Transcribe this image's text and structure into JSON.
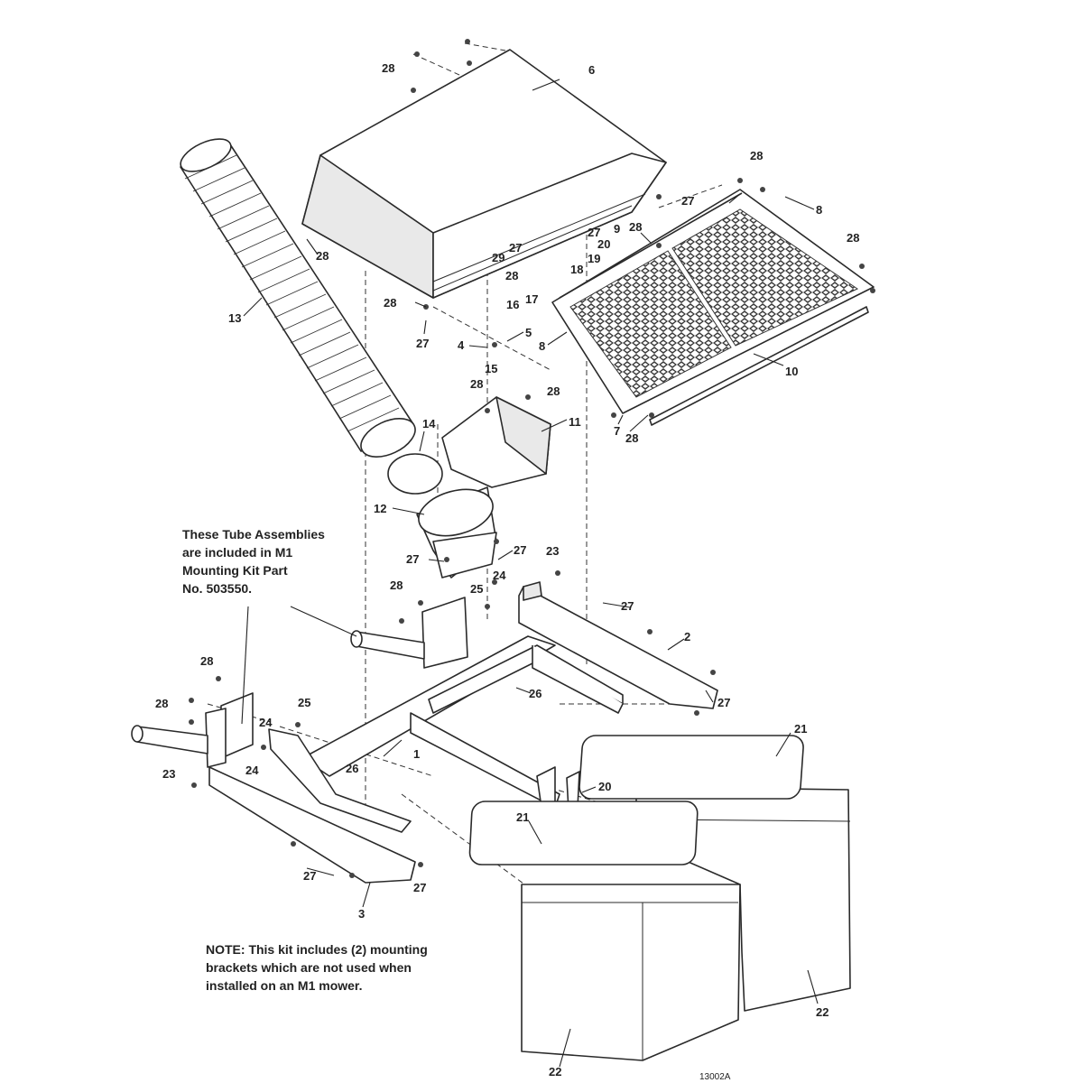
{
  "diagram": {
    "drawing_number": "13002A",
    "notes": {
      "tube_assemblies": "These Tube Assemblies\nare included in M1\nMounting Kit Part\nNo. 503550.",
      "kit_note": "NOTE: This kit includes (2) mounting\nbrackets which are not used when\ninstalled on an M1 mower."
    },
    "callouts": {
      "c28a": "28",
      "c6": "6",
      "c28b": "28",
      "c27a": "27",
      "c8a": "8",
      "c28c": "28",
      "c28d": "28",
      "c27b": "27",
      "c9": "9",
      "c28e": "28",
      "c27c": "27",
      "c20a": "20",
      "c29": "29",
      "c18": "18",
      "c19": "19",
      "c28f": "28",
      "c16": "16",
      "c17": "17",
      "c28g": "28",
      "c13": "13",
      "c27d": "27",
      "c4": "4",
      "c5": "5",
      "c15": "15",
      "c8b": "8",
      "c10": "10",
      "c28h": "28",
      "c28i": "28",
      "c11": "11",
      "c7": "7",
      "c28j": "28",
      "c14": "14",
      "c12": "12",
      "c27e": "27",
      "c27f": "27",
      "c23a": "23",
      "c24a": "24",
      "c28k": "28",
      "c25a": "25",
      "c27g": "27",
      "c2": "2",
      "c26a": "26",
      "c27h": "27",
      "c28l": "28",
      "c28m": "28",
      "c25b": "25",
      "c24b": "24",
      "c24c": "24",
      "c1": "1",
      "c26b": "26",
      "c20b": "20",
      "c21a": "21",
      "c21b": "21",
      "c23b": "23",
      "c27i": "27",
      "c27j": "27",
      "c3": "3",
      "c22a": "22",
      "c22b": "22"
    }
  }
}
